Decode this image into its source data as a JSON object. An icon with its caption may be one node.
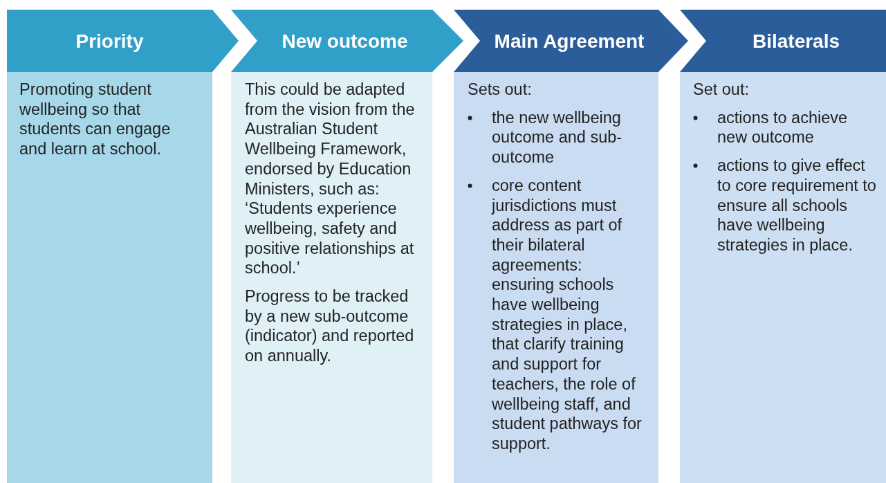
{
  "diagram": {
    "nodes": [
      {
        "text": [
          "Priority"
        ]
      },
      {
        "text": [
          "Promoting student wellbeing so that students can engage and learn at school."
        ]
      },
      {
        "text": [
          "New outcome"
        ]
      },
      {
        "text": [
          "This could be adapted from the vision from the Australian Student Wellbeing Framework, endorsed by Education Ministers, such as: ‘Students experience wellbeing, safety and positive relationships at school.’",
          "Progress to be tracked by a new sub-outcome (indicator) and reported on annually."
        ]
      },
      {
        "text": [
          "Main Agreement"
        ]
      },
      {
        "text": [
          "Sets out:",
          "the new wellbeing outcome and sub-outcome",
          "core content jurisdictions must address as part of their bilateral agreements: ensuring schools have wellbeing strategies in place, that clarify training and support for teachers, the role of wellbeing staff, and student pathways for support."
        ]
      },
      {
        "text": [
          "Bilaterals"
        ]
      },
      {
        "text": [
          "Set out:",
          "actions to achieve new outcome",
          "actions to give effect to core requirement to ensure all schools have wellbeing strategies in place."
        ]
      }
    ]
  }
}
